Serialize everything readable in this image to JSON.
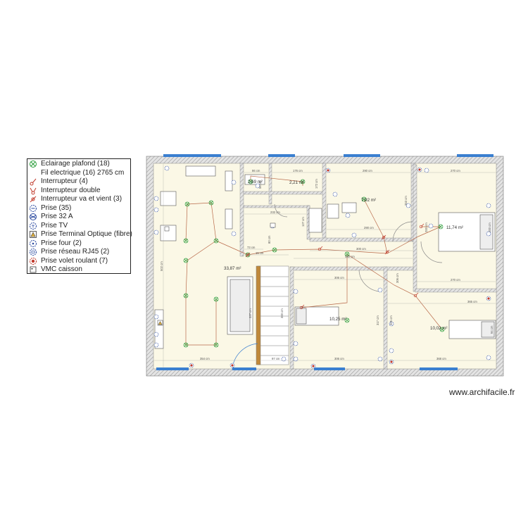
{
  "legend": {
    "items": [
      {
        "icon": "ceiling-light-icon",
        "label": "Eclairage plafond (18)"
      },
      {
        "icon": "wire-icon",
        "label": "Fil electrique (16) 2765 cm"
      },
      {
        "icon": "switch-icon",
        "label": "Interrupteur (4)"
      },
      {
        "icon": "double-switch-icon",
        "label": "Interrupteur double"
      },
      {
        "icon": "two-way-switch-icon",
        "label": "Interrupteur va et vient (3)"
      },
      {
        "icon": "outlet-icon",
        "label": "Prise (35)"
      },
      {
        "icon": "outlet-32a-icon",
        "label": "Prise 32 A"
      },
      {
        "icon": "tv-outlet-icon",
        "label": "Prise TV"
      },
      {
        "icon": "fiber-outlet-icon",
        "label": "Prise Terminal Optique (fibre)"
      },
      {
        "icon": "oven-outlet-icon",
        "label": "Prise four (2)"
      },
      {
        "icon": "rj45-outlet-icon",
        "label": "Prise réseau RJ45 (2)"
      },
      {
        "icon": "shutter-outlet-icon",
        "label": "Prise volet roulant (7)"
      },
      {
        "icon": "vmc-icon",
        "label": "VMC caisson"
      }
    ]
  },
  "rooms": [
    {
      "id": "sejour",
      "area": "33,87 m²"
    },
    {
      "id": "sdb",
      "area": "2,69 m²"
    },
    {
      "id": "wc",
      "area": "2,21 m²"
    },
    {
      "id": "bureau",
      "area": "7,92 m²"
    },
    {
      "id": "chambre-1",
      "area": "11,74 m²"
    },
    {
      "id": "chambre-2",
      "area": "10,25 m²"
    },
    {
      "id": "chambre-3",
      "area": "10,02 m²"
    }
  ],
  "dimensions": {
    "sdb_top": "86 cm",
    "wc_top": "176 cm",
    "bureau_top": "290 cm",
    "ch1_top": "270 cm",
    "entry_top": "232 cm",
    "bureau_bottom": "290 cm",
    "ch1_bottom": "270 cm",
    "hall_mid": "73 cm",
    "hall_low": "15 cm",
    "hall_right": "300 cm",
    "hall_wide": "430 cm",
    "ch2_top": "306 cm",
    "ch2_bottom": "306 cm",
    "ch3_top": "365 cm",
    "ch3_bottom": "368 cm",
    "sejour_bottom": "354 cm",
    "stairs_bottom": "97 cm",
    "sejour_left": "502 cm",
    "stairs_left": "327 cm",
    "stairs_h": "300 cm",
    "ch2_left": "317 cm",
    "ch2_right": "305 cm",
    "ch3_left": "306 cm",
    "ch3_right": "94 cm",
    "wc_left": "172 cm",
    "bureau_left": "127 cm",
    "bureau_right": "253 cm",
    "ch1_left": "200 cm",
    "ch1_right": "200 cm",
    "hall_left": "80 cm",
    "sdb_left": "56 cm"
  },
  "watermark": "www.archifacile.fr",
  "colors": {
    "wall_hatch": "#a0a0a0",
    "floor": "#fbf8e6",
    "window": "#3a7fd0",
    "wire": "#b96a4a",
    "light": "#2a9d3a",
    "switch": "#c0392b",
    "stairs": "#c0893a"
  }
}
